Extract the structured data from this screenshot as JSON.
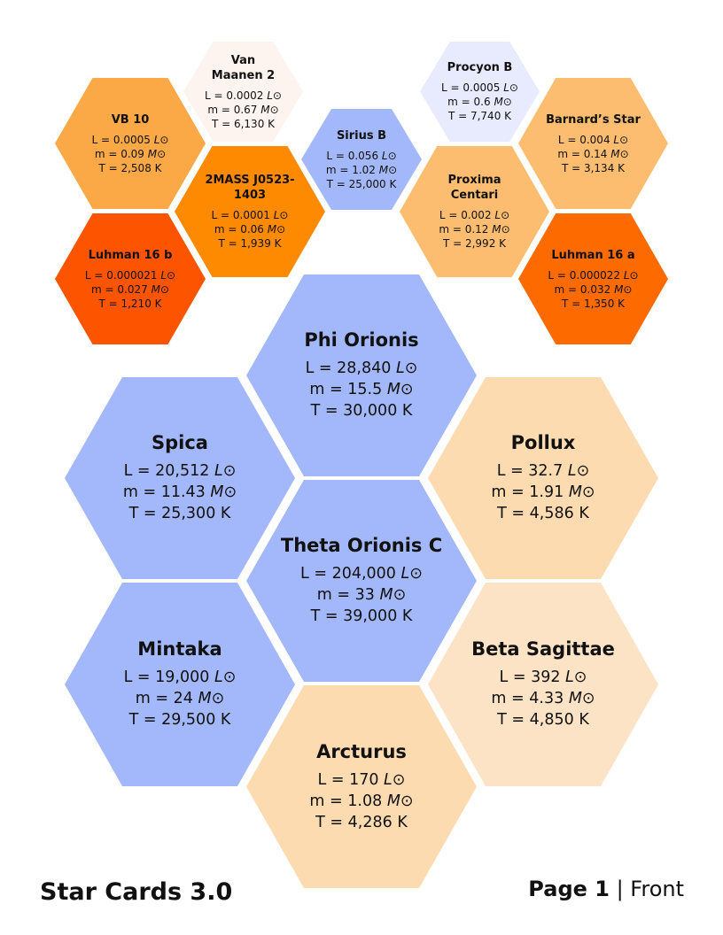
{
  "units": {
    "lum": "L⊙",
    "mass": "M⊙",
    "temp": "K"
  },
  "stars": [
    {
      "id": "phi-orionis",
      "name": "Phi Orionis",
      "lum": "28,840",
      "mass": "15.5",
      "temp": "30,000",
      "color": "#a3b8fb"
    },
    {
      "id": "spica",
      "name": "Spica",
      "lum": "20,512",
      "mass": "11.43",
      "temp": "25,300",
      "color": "#a3b8fb"
    },
    {
      "id": "pollux",
      "name": "Pollux",
      "lum": "32.7",
      "mass": "1.91",
      "temp": "4,586",
      "color": "#fddbb0"
    },
    {
      "id": "theta-orionis-c",
      "name": "Theta Orionis C",
      "lum": "204,000",
      "mass": "33",
      "temp": "39,000",
      "color": "#a3b8fb"
    },
    {
      "id": "mintaka",
      "name": "Mintaka",
      "lum": "19,000",
      "mass": "24",
      "temp": "29,500",
      "color": "#a3b8fb"
    },
    {
      "id": "beta-sagittae",
      "name": "Beta Sagittae",
      "lum": "392",
      "mass": "4.33",
      "temp": "4,850",
      "color": "#fde3c5"
    },
    {
      "id": "arcturus",
      "name": "Arcturus",
      "lum": "170",
      "mass": "1.08",
      "temp": "4,286",
      "color": "#fddbb0"
    },
    {
      "id": "van-maanen-2",
      "name": "Van Maanen 2",
      "lum": "0.0002",
      "mass": "0.67",
      "temp": "6,130",
      "color": "#fdf3ef"
    },
    {
      "id": "vb-10",
      "name": "VB 10",
      "lum": "0.0005",
      "mass": "0.09",
      "temp": "2,508",
      "color": "#fba847"
    },
    {
      "id": "2mass-j0523-1403",
      "name": "2MASS J0523-1403",
      "lum": "0.0001",
      "mass": "0.06",
      "temp": "1,939",
      "color": "#fd8a00"
    },
    {
      "id": "luhman-16-b",
      "name": "Luhman 16 b",
      "lum": "0.000021",
      "mass": "0.027",
      "temp": "1,210",
      "color": "#fd5400"
    },
    {
      "id": "sirius-b",
      "name": "Sirius B",
      "lum": "0.056",
      "mass": "1.02",
      "temp": "25,000",
      "color": "#a3b8fb"
    },
    {
      "id": "procyon-b",
      "name": "Procyon B",
      "lum": "0.0005",
      "mass": "0.6",
      "temp": "7,740",
      "color": "#e8ebfd"
    },
    {
      "id": "barnards-star",
      "name": "Barnard’s Star",
      "lum": "0.004",
      "mass": "0.14",
      "temp": "3,134",
      "color": "#fdbd70"
    },
    {
      "id": "proxima-centari",
      "name": "Proxima Centari",
      "lum": "0.002",
      "mass": "0.12",
      "temp": "2,992",
      "color": "#fdbd70"
    },
    {
      "id": "luhman-16-a",
      "name": "Luhman 16 a",
      "lum": "0.000022",
      "mass": "0.032",
      "temp": "1,350",
      "color": "#fd6a00"
    }
  ],
  "footer": {
    "title": "Star Cards 3.0",
    "page_label": "Page 1",
    "separator": " | ",
    "side": "Front"
  }
}
